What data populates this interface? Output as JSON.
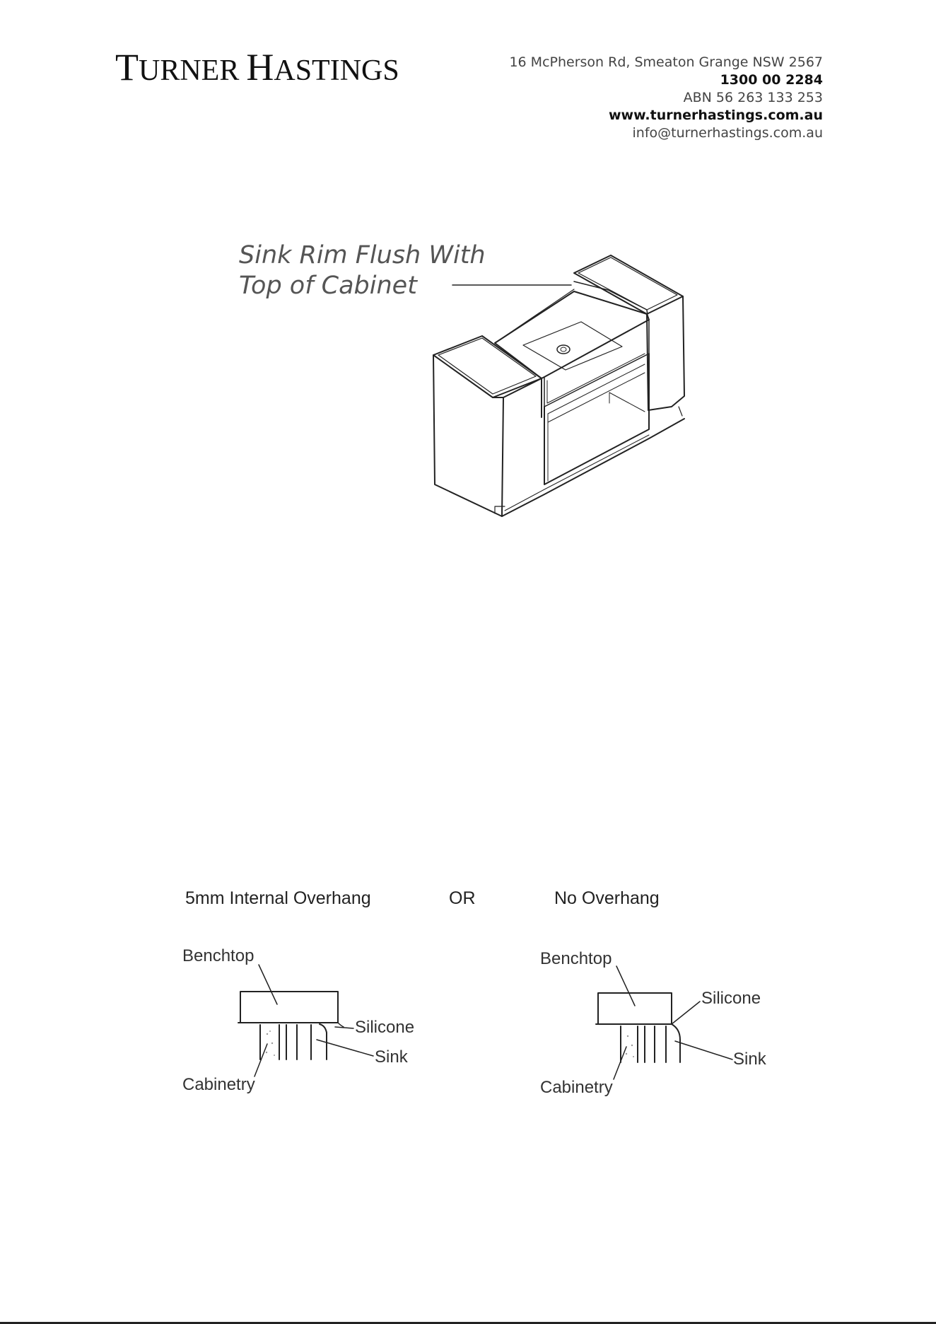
{
  "header": {
    "logo_word1_cap": "T",
    "logo_word1_rest": "URNER",
    "logo_word2_cap": "H",
    "logo_word2_rest": "ASTINGS",
    "address": "16 McPherson Rd, Smeaton Grange NSW 2567",
    "phone": "1300 00 2284",
    "abn": "ABN 56 263 133 253",
    "website": "www.turnerhastings.com.au",
    "email": "info@turnerhastings.com.au"
  },
  "isometric_figure": {
    "callout_line1": "Sink Rim Flush With",
    "callout_line2": "Top of Cabinet"
  },
  "section_figures": {
    "option_left": "5mm Internal Overhang",
    "separator": "OR",
    "option_right": "No Overhang",
    "left": {
      "benchtop": "Benchtop",
      "silicone": "Silicone",
      "sink": "Sink",
      "cabinetry": "Cabinetry"
    },
    "right": {
      "benchtop": "Benchtop",
      "silicone": "Silicone",
      "sink": "Sink",
      "cabinetry": "Cabinetry"
    }
  }
}
